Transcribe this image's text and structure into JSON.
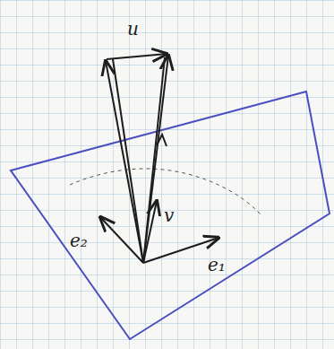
{
  "diagram": {
    "labels": [
      "u",
      "e₂",
      "v",
      "e₁"
    ]
  }
}
